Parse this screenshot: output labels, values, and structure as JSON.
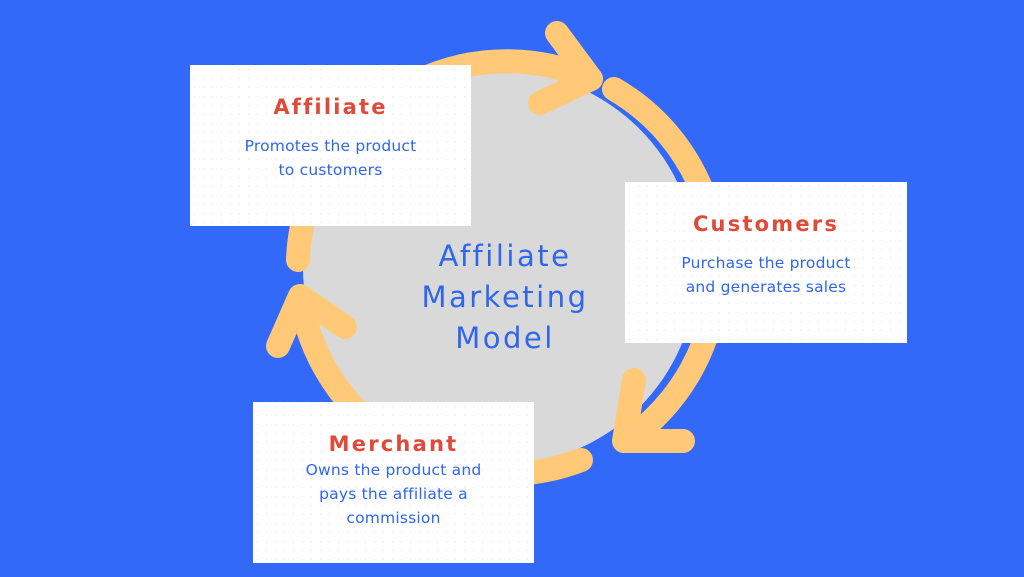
{
  "diagram": {
    "title": "Affiliate Marketing Model",
    "title_lines": [
      "Affiliate",
      "Marketing",
      "Model"
    ],
    "colors": {
      "background": "#3369f8",
      "circle": "#d9d9d9",
      "arrows": "#ffc978",
      "card_background": "#ffffff",
      "card_title": "#e04a3a",
      "card_text": "#2f66ec"
    },
    "cycle_direction": "clockwise",
    "nodes": [
      {
        "id": "affiliate",
        "title": "Affiliate",
        "description_lines": [
          "Promotes the product",
          "to customers"
        ]
      },
      {
        "id": "customers",
        "title": "Customers",
        "description_lines": [
          "Purchase the product",
          "and generates sales"
        ]
      },
      {
        "id": "merchant",
        "title": "Merchant",
        "description_lines": [
          "Owns the product and",
          "pays the affiliate a",
          "commission"
        ]
      }
    ],
    "arrows": [
      {
        "from": "affiliate",
        "to": "customers",
        "icon": "arrow-right-curved"
      },
      {
        "from": "customers",
        "to": "merchant",
        "icon": "arrow-down-left-curved"
      },
      {
        "from": "merchant",
        "to": "affiliate",
        "icon": "arrow-up-curved"
      }
    ]
  }
}
